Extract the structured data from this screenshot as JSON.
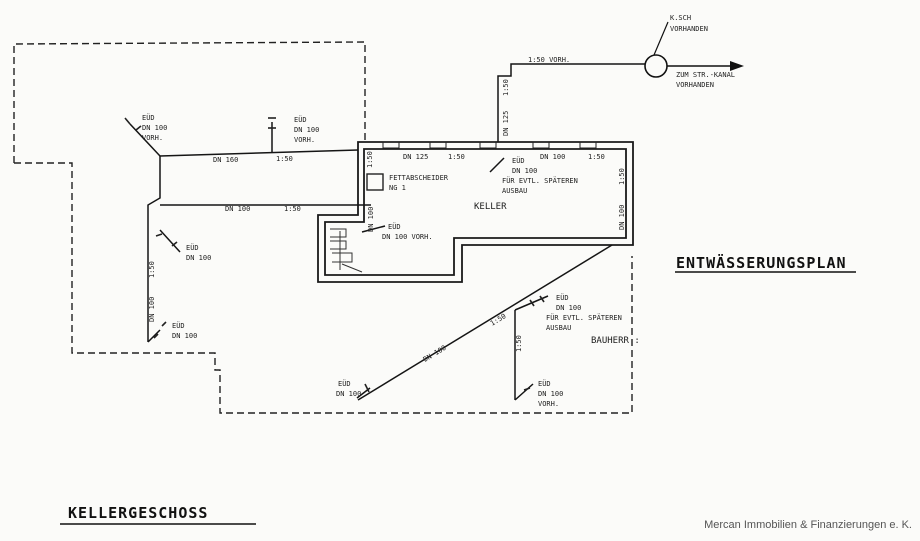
{
  "title": "ENTWÄSSERUNGSPLAN",
  "floor_label": "KELLERGESCHOSS",
  "room_label": "KELLER",
  "bauherr_label": "BAUHERR :",
  "kscr": {
    "line1": "K.SCH",
    "line2": "VORHANDEN"
  },
  "kanal": {
    "line1": "ZUM  STR.-KANAL",
    "line2": "VORHANDEN"
  },
  "fettabscheider": {
    "line1": "FETTABSCHEIDER",
    "line2": "NG 1"
  },
  "labels": {
    "top_slope": "1:50  VORH.",
    "dn125_vert": "DN 125",
    "dn125_vert_slope": "1:50",
    "eud_tl": {
      "l1": "EÜD",
      "l2": "DN 100",
      "l3": "VORH."
    },
    "eud_tm": {
      "l1": "EÜD",
      "l2": "DN 100",
      "l3": "VORH."
    },
    "dn160": "DN 160",
    "slope_150_a": "1:50",
    "dn125_top": "DN 125",
    "slope_150_b": "1:50",
    "dn100_top": "DN 100",
    "slope_150_c": "1:50",
    "left_wall_slope": "1:50",
    "eud_inner": {
      "l1": "EÜD",
      "l2": "DN 100",
      "l3": "FÜR  EVTL. SPÄTEREN",
      "l4": "AUSBAU"
    },
    "right_wall_slope": "1:50",
    "right_wall_dn": "DN 100",
    "dn100_mid": "DN 100",
    "slope_150_mid": "1:50",
    "dn100_inner_vert": "DN 100",
    "eud_stair": {
      "l1": "EÜD",
      "l2": "DN 100 VORH."
    },
    "eud_left1": {
      "l1": "EÜD",
      "l2": "DN 100"
    },
    "left_slope_vert": "1:50",
    "left_dn100_vert": "DN 100",
    "eud_left2": {
      "l1": "EÜD",
      "l2": "DN 100"
    },
    "diag_slope": "1:50",
    "diag_dn": "DN 100",
    "eud_br1": {
      "l1": "EÜD",
      "l2": "DN 100",
      "l3": "FÜR  EVTL.  SPÄTEREN",
      "l4": "AUSBAU"
    },
    "br_slope": "1:50",
    "eud_bl": {
      "l1": "EÜD",
      "l2": "DN 100"
    },
    "eud_br2": {
      "l1": "EÜD",
      "l2": "DN 100",
      "l3": "VORH."
    }
  },
  "footer": "Mercan Immobilien & Finanzierungen e. K."
}
